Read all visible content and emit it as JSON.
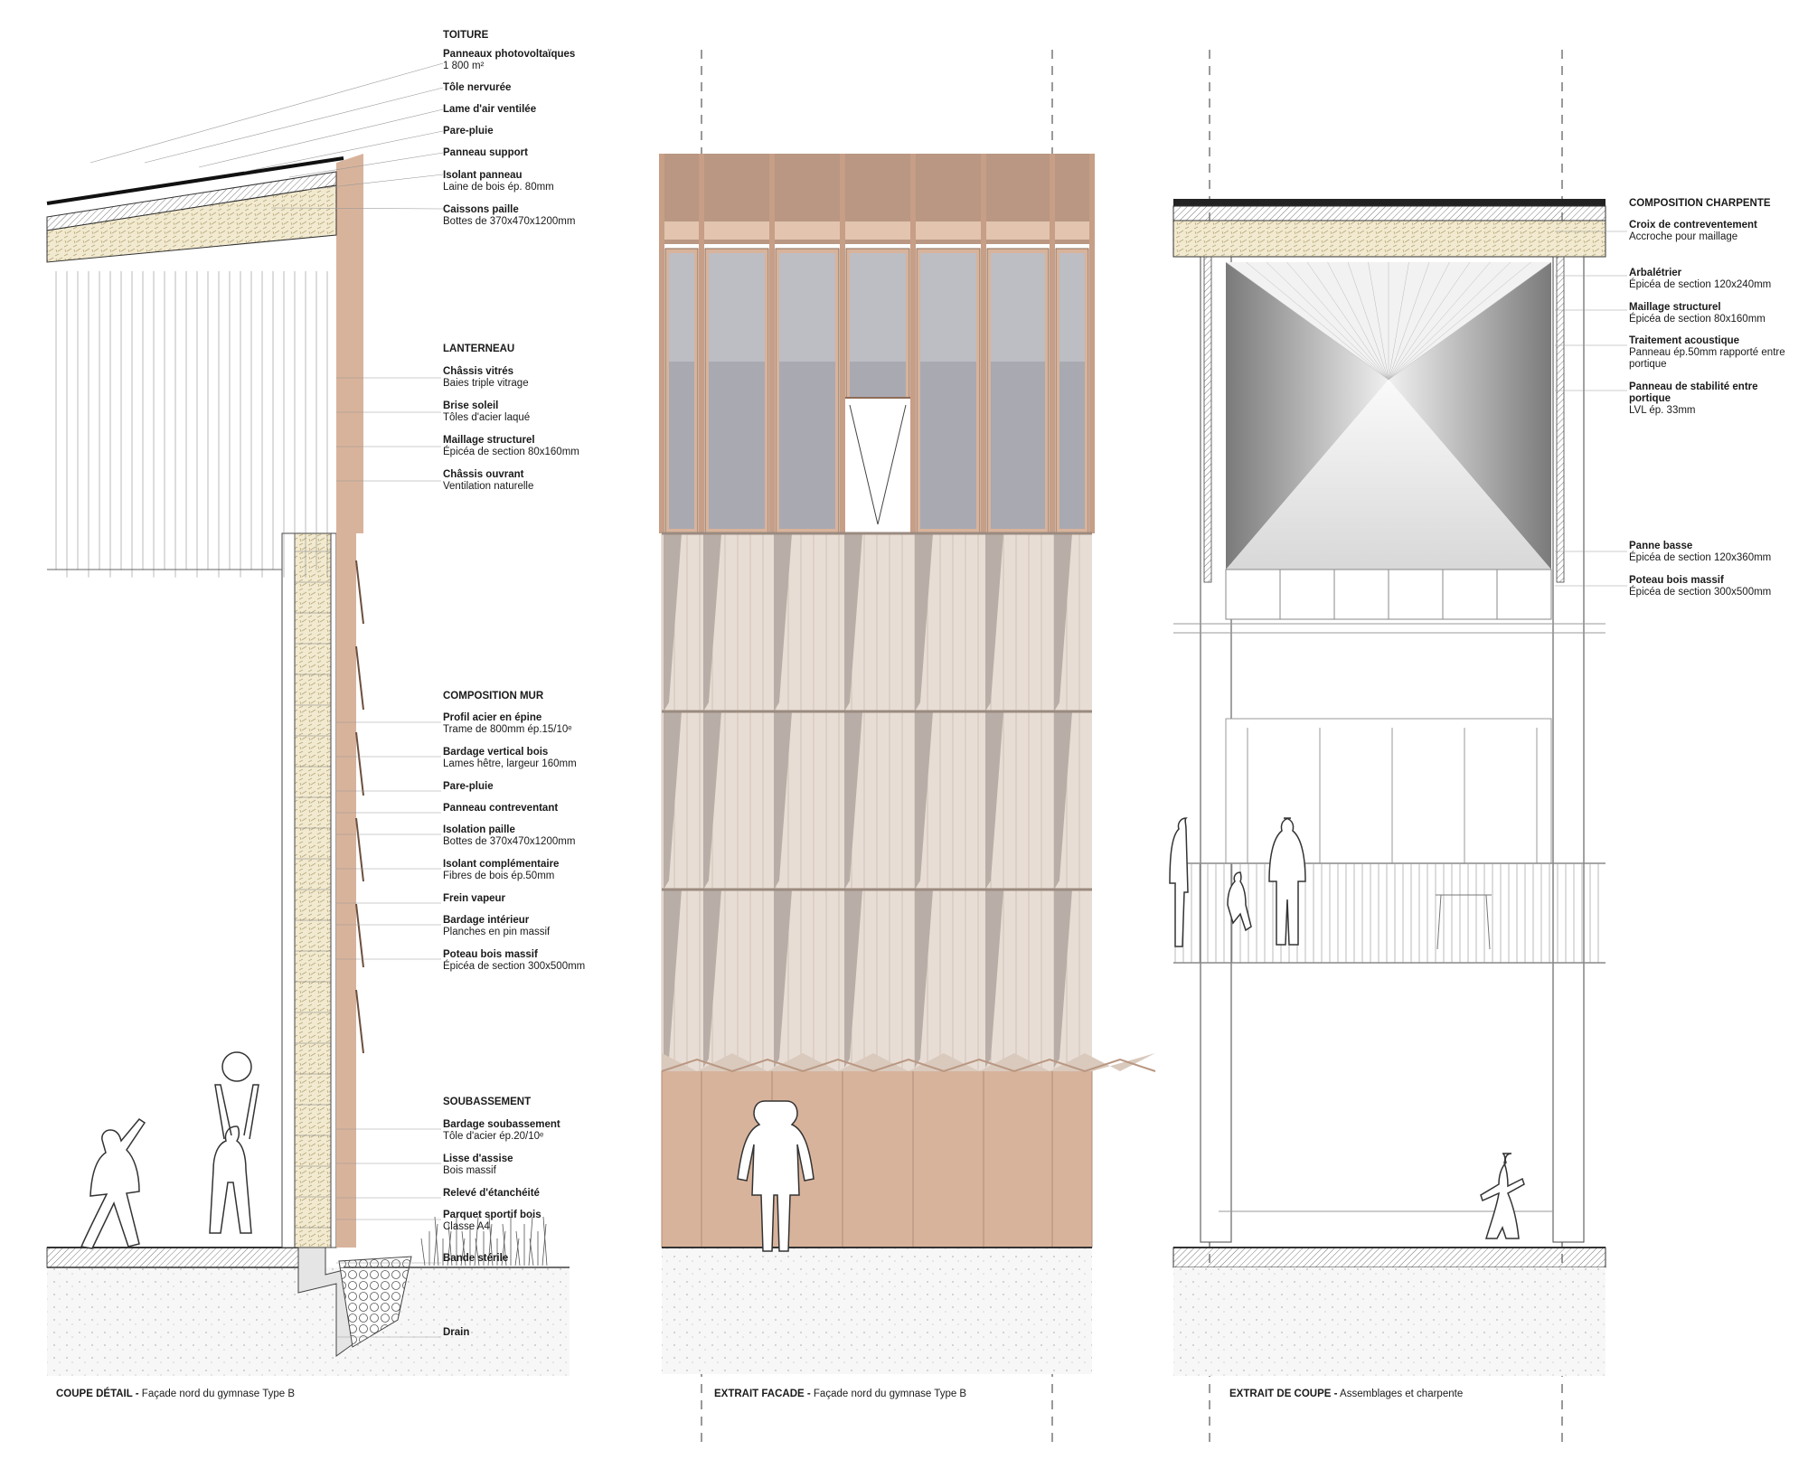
{
  "colors": {
    "wood": "#d8b39b",
    "wood_dark": "#a98670",
    "cladding": "#e8ddd4",
    "glass": "#a9a9b1",
    "straw": "#f2ead0",
    "ground": "#eeeeee",
    "line": "#555555"
  },
  "panel1": {
    "sections": [
      {
        "header": "TOITURE",
        "items": [
          {
            "title": "Panneaux photovoltaïques",
            "sub": "1 800 m²"
          },
          {
            "title": "Tôle nervurée",
            "sub": ""
          },
          {
            "title": "Lame d'air ventilée",
            "sub": ""
          },
          {
            "title": "Pare-pluie",
            "sub": ""
          },
          {
            "title": "Panneau support",
            "sub": ""
          },
          {
            "title": "Isolant panneau",
            "sub": "Laine de bois ép. 80mm"
          },
          {
            "title": "Caissons paille",
            "sub": "Bottes de 370x470x1200mm"
          }
        ]
      },
      {
        "header": "LANTERNEAU",
        "items": [
          {
            "title": "Châssis vitrés",
            "sub": "Baies triple vitrage"
          },
          {
            "title": "Brise soleil",
            "sub": "Tôles d'acier laqué"
          },
          {
            "title": "Maillage structurel",
            "sub": "Épicéa de section 80x160mm"
          },
          {
            "title": "Châssis ouvrant",
            "sub": "Ventilation naturelle"
          }
        ]
      },
      {
        "header": "COMPOSITION MUR",
        "items": [
          {
            "title": "Profil acier en épine",
            "sub": "Trame de 800mm ép.15/10ᵉ"
          },
          {
            "title": "Bardage vertical bois",
            "sub": "Lames hêtre, largeur 160mm"
          },
          {
            "title": "Pare-pluie",
            "sub": ""
          },
          {
            "title": "Panneau contreventant",
            "sub": ""
          },
          {
            "title": "Isolation paille",
            "sub": "Bottes de 370x470x1200mm"
          },
          {
            "title": "Isolant complémentaire",
            "sub": "Fibres de bois ép.50mm"
          },
          {
            "title": "Frein vapeur",
            "sub": ""
          },
          {
            "title": "Bardage intérieur",
            "sub": "Planches en pin massif"
          },
          {
            "title": "Poteau bois massif",
            "sub": "Épicéa de section 300x500mm"
          }
        ]
      },
      {
        "header": "SOUBASSEMENT",
        "items": [
          {
            "title": "Bardage soubassement",
            "sub": "Tôle d'acier ép.20/10ᵉ"
          },
          {
            "title": "Lisse d'assise",
            "sub": "Bois massif"
          },
          {
            "title": "Relevé d'étanchéité",
            "sub": ""
          },
          {
            "title": "Parquet sportif bois",
            "sub": "Classe A4"
          },
          {
            "title": "Bande stérile",
            "sub": ""
          },
          {
            "title": "Drain",
            "sub": ""
          }
        ]
      }
    ],
    "caption_bold": "COUPE DÉTAIL -",
    "caption_rest": " Façade nord du gymnase Type B"
  },
  "panel2": {
    "caption_bold": "EXTRAIT FACADE -",
    "caption_rest": " Façade nord du gymnase Type B"
  },
  "panel3": {
    "header": "COMPOSITION CHARPENTE",
    "items": [
      {
        "title": "Croix de contreventement",
        "sub": "Accroche pour maillage"
      },
      {
        "title": "Arbalétrier",
        "sub": "Épicéa de section 120x240mm"
      },
      {
        "title": "Maillage structurel",
        "sub": "Épicéa de section 80x160mm"
      },
      {
        "title": "Traitement acoustique",
        "sub": "Panneau ép.50mm rapporté entre portique"
      },
      {
        "title": "Panneau de stabilité entre portique",
        "sub": "LVL ép. 33mm"
      },
      {
        "title": "Panne basse",
        "sub": "Épicéa de section 120x360mm"
      },
      {
        "title": "Poteau bois massif",
        "sub": "Épicéa de section 300x500mm"
      }
    ],
    "caption_bold": "EXTRAIT DE COUPE -",
    "caption_rest": " Assemblages et charpente"
  }
}
